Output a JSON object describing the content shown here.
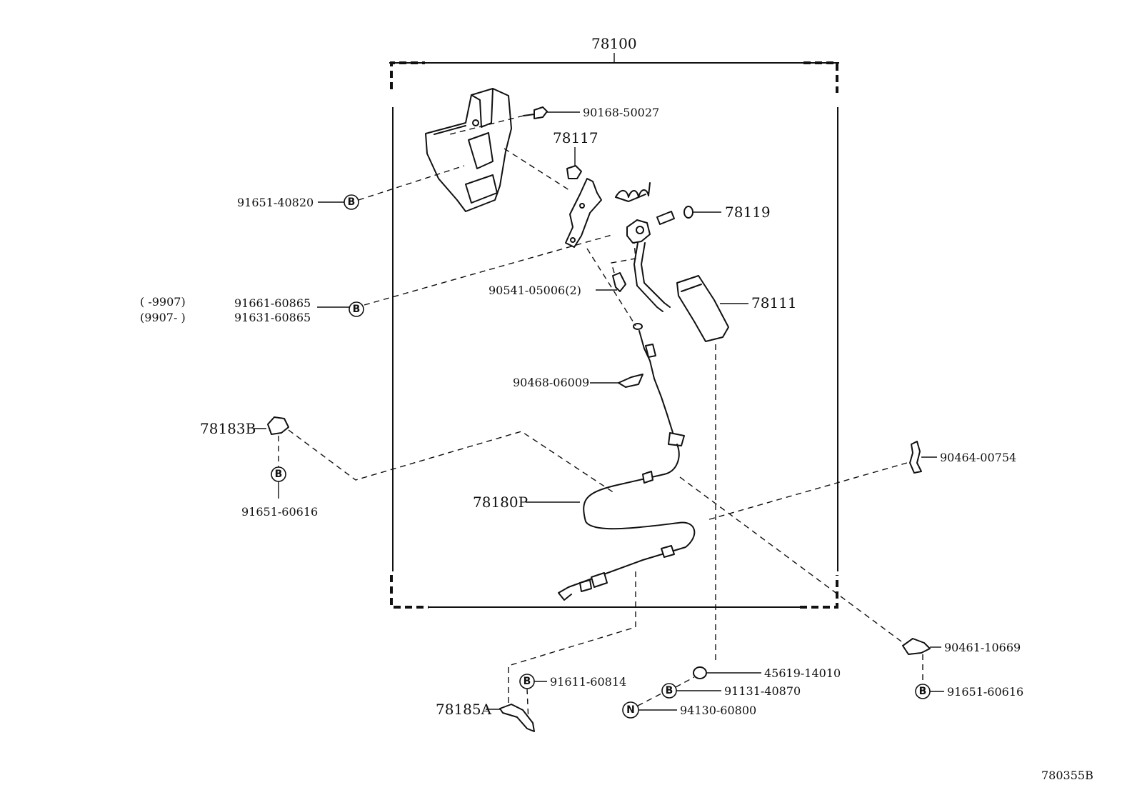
{
  "diagram_id": "780355B",
  "assembly": "78100",
  "symbols": {
    "bolt": "B",
    "nut": "N"
  },
  "parts": {
    "p90168": "90168-50027",
    "p78117": "78117",
    "p91651_40820": "91651-40820",
    "p78119": "78119",
    "p91661": "91661-60865",
    "p91631": "91631-60865",
    "range1": "(      -9907)",
    "range2": "(9907-       )",
    "p90541": "90541-05006(2)",
    "p78111": "78111",
    "p90468": "90468-06009",
    "p78183B": "78183B",
    "p91651_60616a": "91651-60616",
    "p90464": "90464-00754",
    "p78180P": "78180P",
    "p90461": "90461-10669",
    "p91651_60616b": "91651-60616",
    "p45619": "45619-14010",
    "p91611": "91611-60814",
    "p91131": "91131-40870",
    "p78185A": "78185A",
    "p94130": "94130-60800"
  }
}
